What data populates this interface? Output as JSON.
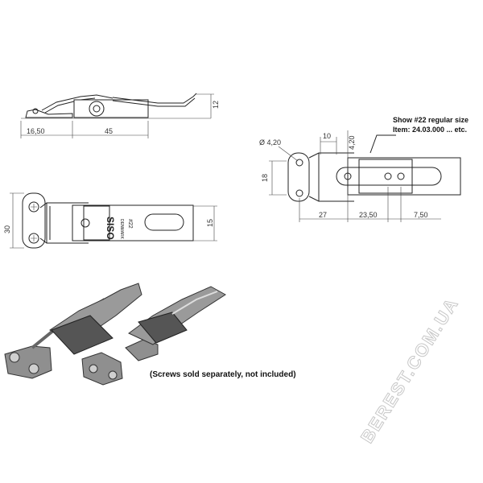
{
  "side_view": {
    "dims": {
      "left": "16,50",
      "length": "45",
      "height": "12"
    }
  },
  "top_view": {
    "dims": {
      "width": "30",
      "right": "15"
    },
    "engraving": {
      "brand": "SISO",
      "country": "DENMARK",
      "model": "#22"
    }
  },
  "detail_view": {
    "dims": {
      "diameter": "Ø 4,20",
      "hole_spacing": "10",
      "hole_vertical": "4,20",
      "height": "18",
      "left": "27",
      "middle": "23,50",
      "right": "7,50"
    },
    "note_line1": "Show #22 regular size",
    "note_line2": "Item: 24.03.000 ... etc."
  },
  "product_photo": {
    "caption": "(Screws sold separately, not included)"
  },
  "watermark": "BEREST.COM.UA",
  "colors": {
    "line": "#222222",
    "metal": "#9a9a9a",
    "metal_dark": "#555555"
  }
}
